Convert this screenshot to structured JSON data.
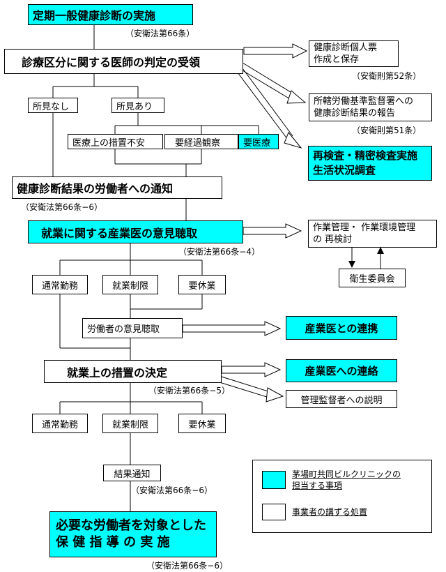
{
  "colors": {
    "highlight": "#00ffff",
    "plain": "#ffffff",
    "line": "#000000"
  },
  "nodes": {
    "exam": "定期一般健康診断の実施",
    "judgment": "診療区分に関する医師の判定の受領",
    "no_finding": "所見なし",
    "finding": "所見あり",
    "measure_unstable": "医療上の措置不安",
    "observation": "要経過観察",
    "treatment": "要医療",
    "notify_worker": "健康診断結果の労働者への通知",
    "hearing": "就業に関する産業医の意見聴取",
    "normal_work_1": "通常勤務",
    "work_limit_1": "就業制限",
    "rest_1": "要休業",
    "worker_opinion": "労働者の意見聴取",
    "decision": "就業上の措置の決定",
    "normal_work_2": "通常勤務",
    "work_limit_2": "就業制限",
    "rest_2": "要休業",
    "result_notice": "結果通知",
    "guidance_line1": "必要な労働者を対象とした",
    "guidance_line2": "保 健 指 導 の 実 施",
    "record_line1": "健康診断個人票",
    "record_line2": "作成と保存",
    "report_line1": "所轄労働基準監督署への",
    "report_line2": "健康診断結果の報告",
    "reexam_line1": "再検査・精密検査実施",
    "reexam_line2": "生活状況調査",
    "mgmt_line1": "作業管理・ 作業環境管理",
    "mgmt_line2": "の 再検討",
    "committee": "衛生委員会",
    "coop": "産業医との連携",
    "contact": "産業医への連絡",
    "explain": "管理監督者への説明"
  },
  "notes": {
    "law_66": "（安衛法第66条）",
    "rule_52": "（安衛則第52条）",
    "rule_51": "（安衛則第51条）",
    "law_66_6a": "（安衛法第66条−6）",
    "law_66_4": "（安衛法第66条−4）",
    "law_66_5": "（安衛法第66条−5）",
    "law_66_6b": "（安衛法第66条−6）",
    "law_66_6c": "（安衛法第66条−6）"
  },
  "legend": {
    "clinic_line1": "茅場町共同ビルクリニックの",
    "clinic_line2": "担当する事項",
    "employer": "事業者の講ずる処置"
  }
}
